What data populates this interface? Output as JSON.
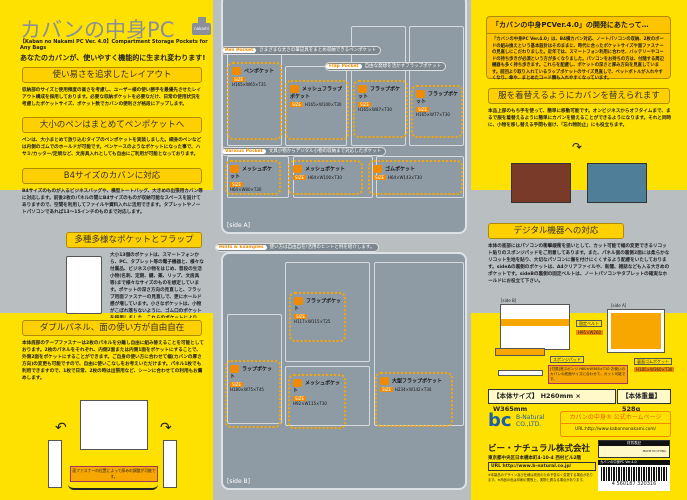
{
  "header": {
    "title": "カバンの中身PC",
    "logo_text": "nakami",
    "subtitle": "【Kaban no Nakami PC Ver. 4.0】Compartment Storage Pockets for Any Bags",
    "tagline": "あなたのカバンが、使いやすく機能的に生まれ変わります!"
  },
  "left": [
    {
      "heading": "使い易さを追求したレイアウト",
      "text": "収納部のサイズと使用頻度の高さを考慮し、ユーザー様の使い勝手を最優先させたレイアウト構成を採用しております。必要な収納ポケットを必要なだけ、日常の使用状況を考慮したポケットサイズ、ポケット数でカバンの便利さが格段にアップします。"
    },
    {
      "heading": "大小のペンはまとめてペンポケットへ",
      "text": "ペンは、大小まとめて放り込むタイプのペンポケットを実装しました。細身のペンなどは内側のゴムでのホールドが可能です。ペンケースのようなポケットになった事で、ハサミ/カッター/定規など、文房具入れとしても自由にご利用が可能となっております。"
    },
    {
      "heading": "B4サイズのカバンに対応",
      "text": "B4サイズのものが入るビジネスバッグや、横型トートバッグ、大きめの出張用カバン等に対応します。前後2枚のパネルの間にB4サイズのものが収納可能なスペースを設けてありますので、空間を利用してファイルや資料入れに活用できます。タブレットやノートパソコンであれば13〜15インチのものまで対応します。"
    },
    {
      "heading": "多種多様なポケットとフラップ",
      "text": "大小13個のポケットは、スマートフォンから、PC、タブレット等の電子機器と、様々な付属品、ビジネス小物をはじめ、普段の生活小物(名刺、定期、鍵、薬、リップ、文房具等)まで様々なサイズのものを想定しています。ポケットの深さ方向の見直しと、フラップ用面ファスナーの見直しで、更にホールド感が増しています。小さなポケットは、小物がこぼれ落ちないように、ゴム口のポケットを採用しました。これらのポケットにより、普段持ち歩く物がカバンの底に溜まらなくなる快適さを実感してみてください。フラップ(フタ)をポケットの中にあらかじめ入れて「フラップイン」の状態にすれば収納物の出し入れがより簡単に行えます。新しく採用したすぐ見つかるメッシュフラップには、なくしたくない物や、すぐに取り出したい物入れにご利用下さい。"
    },
    {
      "heading": "ダブルパネル、面の使い方が自由自在",
      "text": "本体底部のテープファスナーは2枚のパネルを分離し自由に組み替えることを可能としております。2枚のパネルをそれぞれ、内側2面または内側1面をポケットにすることで、外側2面をポケットにすることができます。ご自身の使い方に合わせて幅(カバンの厚さ方向)の変更も可能ですので、自由に使いこなしをお考えいただけます。パネル1枚でも利用できますので、1枚で日常、2枚の時は出張用など、シーンに合わせての利用もお薦めします。",
      "note": "面ファスナーの位置によって厚みの調整が可能です。"
    }
  ],
  "sideA": {
    "label": "[side A]",
    "sections": [
      {
        "tag": "Pen Pocket",
        "desc": "さまざまな太さの筆記具をまとめ収納できるペンポケット"
      },
      {
        "tag": "Flap Pocket",
        "desc": "自由な発想を活かすフラップポケット"
      },
      {
        "tag": "Various Pocket",
        "desc": "文具小物からデジタル小物の収納まで対応したポケット"
      }
    ],
    "pockets": [
      {
        "name": "ペンポケット",
        "size": "H165×W65×T35"
      },
      {
        "name": "メッシュフラップポケット",
        "size": "H165×W100×T30"
      },
      {
        "name": "フラップポケット",
        "size": "H165×W87×T30"
      },
      {
        "name": "フラップポケット",
        "size": "H165×W77×T30"
      },
      {
        "name": "メッシュポケット",
        "size": "H64×W80×T30"
      },
      {
        "name": "メッシュポケット",
        "size": "H64×W100×T30"
      },
      {
        "name": "ゴムポケット",
        "size": "H64×W143×T30"
      }
    ]
  },
  "sideB": {
    "label": "[side B]",
    "tag": "Hints & Examples",
    "desc": "使い方は自由自在!活用のヒントと例を紹介します。",
    "pockets": [
      {
        "name": "フラップポケット",
        "size": "H117×W115×T25"
      },
      {
        "name": "ラップポケット",
        "size": "H180×W75×T45"
      },
      {
        "name": "メッシュポケット",
        "size": "H92×W115×T30"
      },
      {
        "name": "大型フラップポケット",
        "size": "H234×W142×T30"
      }
    ]
  },
  "right": {
    "dev_title": "「カバンの中身PCVer.4.0」の開発にあたって…",
    "dev_text": "「カバンの中身PC Ver.4.0」は、B4横カバン対応、ノートパソコンの収納、2枚のボードの組み換えという基本設計はそのままに、時代に合ったポケットサイズや面ファスナーの見直しにこだわりました。近年では、スマートフォン利用に合わせ、バッテリーやコードの持ち歩きが必須という方が多くなりました。パソコンをお持ちの方は、付随する周辺機器も多く持ち歩きます。これらを配慮し、ポケットの深さと厚み方向を見直しています。前回より取り入れているラップポケットのサイズ見直しで、ペットボトルが入れやすくなり、傘や、まとめたコード類も入れやすくなっています。",
    "swap_heading": "服を着替えるようにカバンを替えられます",
    "swap_text": "本品上部のもち手を使って、簡単に移動可能です。オンビジネスからオフタイムまで、まるで服を着替えるように簡単にカバンを替えることができるようになります。それと同時に、小物を移し替える手間も省け、「忘れ物防止」にも役立ちます。",
    "digital_heading": "デジタル機器への対応",
    "digital_text": "本体の底部にはパソコンの衝撃緩衝を狙いとして、カット可能で幅の変更できるリコット貼りのスポンジパッドをご用意してあります。また、パネル面の裏側2面には柔らかなリコット生地を貼り、大切なパソコンに傷を付けにくくするよう配慮をいたしております。sideAの裏側のポケットは、A4クリアファイルや、新聞、雑誌なども入る大きめのポケットです。sideBの裏側の固定ベルトは、ノートパソコンやタブレットの確実なホールドにお役立て下さい。",
    "callouts": [
      "固定ベルト",
      "H95×W260",
      "スポンジパッド",
      "裏面ゴムポケット",
      "H185×W360×T30"
    ],
    "diagram_labels": [
      "[side B]",
      "[side A]"
    ],
    "pad_note": "[付属]底スポンジ H80×W365×T10 お使いのカバンの底面サイズに合わせて、カット可能です。",
    "spec_size": "【本体サイズ】 H260mm × W365mm",
    "spec_weight": "【本体重量】 528g",
    "homepage_title": "カバンの中身® 公式ホームページ",
    "homepage_url": "URL:http://www.kabannonakami.com/",
    "company_logo": "B-Natural CO.,LTD.",
    "company": "ビー・ナチュラル株式会社",
    "address": "東京都中央区日本橋本町4-10-4 西村ビル2階",
    "company_url": "URL http://www.b-natural.co.jp/",
    "notes": "※本製品のデザイン及び仕様は改良のため予告なく変更する場合があります。※商品の色は印刷の関係上、実物と異なる場合があります。",
    "material_header": "材質表記",
    "made_in": "MADE IN CHINA",
    "product_code": "カバンの中身PC Ver.4.0",
    "barcode": "4 560187 320316"
  }
}
